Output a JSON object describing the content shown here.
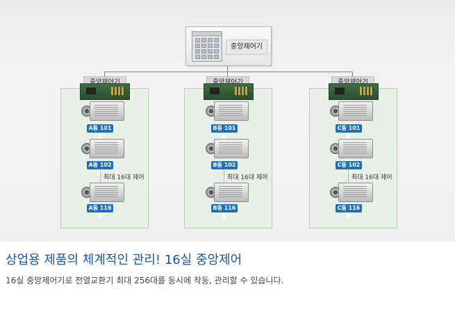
{
  "central": {
    "label": "중앙제어기"
  },
  "groups": [
    {
      "controller_label": "중앙제어기",
      "units": [
        "A동 101호",
        "A동 102호",
        "A동 116호"
      ],
      "max_label": "최대 16대 제어"
    },
    {
      "controller_label": "중앙제어기",
      "units": [
        "B동 101호",
        "B동 102호",
        "B동 116호"
      ],
      "max_label": "최대 16대 제어"
    },
    {
      "controller_label": "중앙제어기",
      "units": [
        "C동 101호",
        "C동 102호",
        "C동 116호"
      ],
      "max_label": "최대 16대 제어"
    }
  ],
  "caption": {
    "title": "상업용 제품의 체계적인 관리! 16실 중앙제어",
    "subtitle": "16실 중앙제어기로 전열교환기 최대 256대를 동시에 작동, 관리할 수 있습니다."
  },
  "colors": {
    "tag": "#1f6fba",
    "title": "#1a56a8",
    "group_bg": "#e7f1e5"
  }
}
